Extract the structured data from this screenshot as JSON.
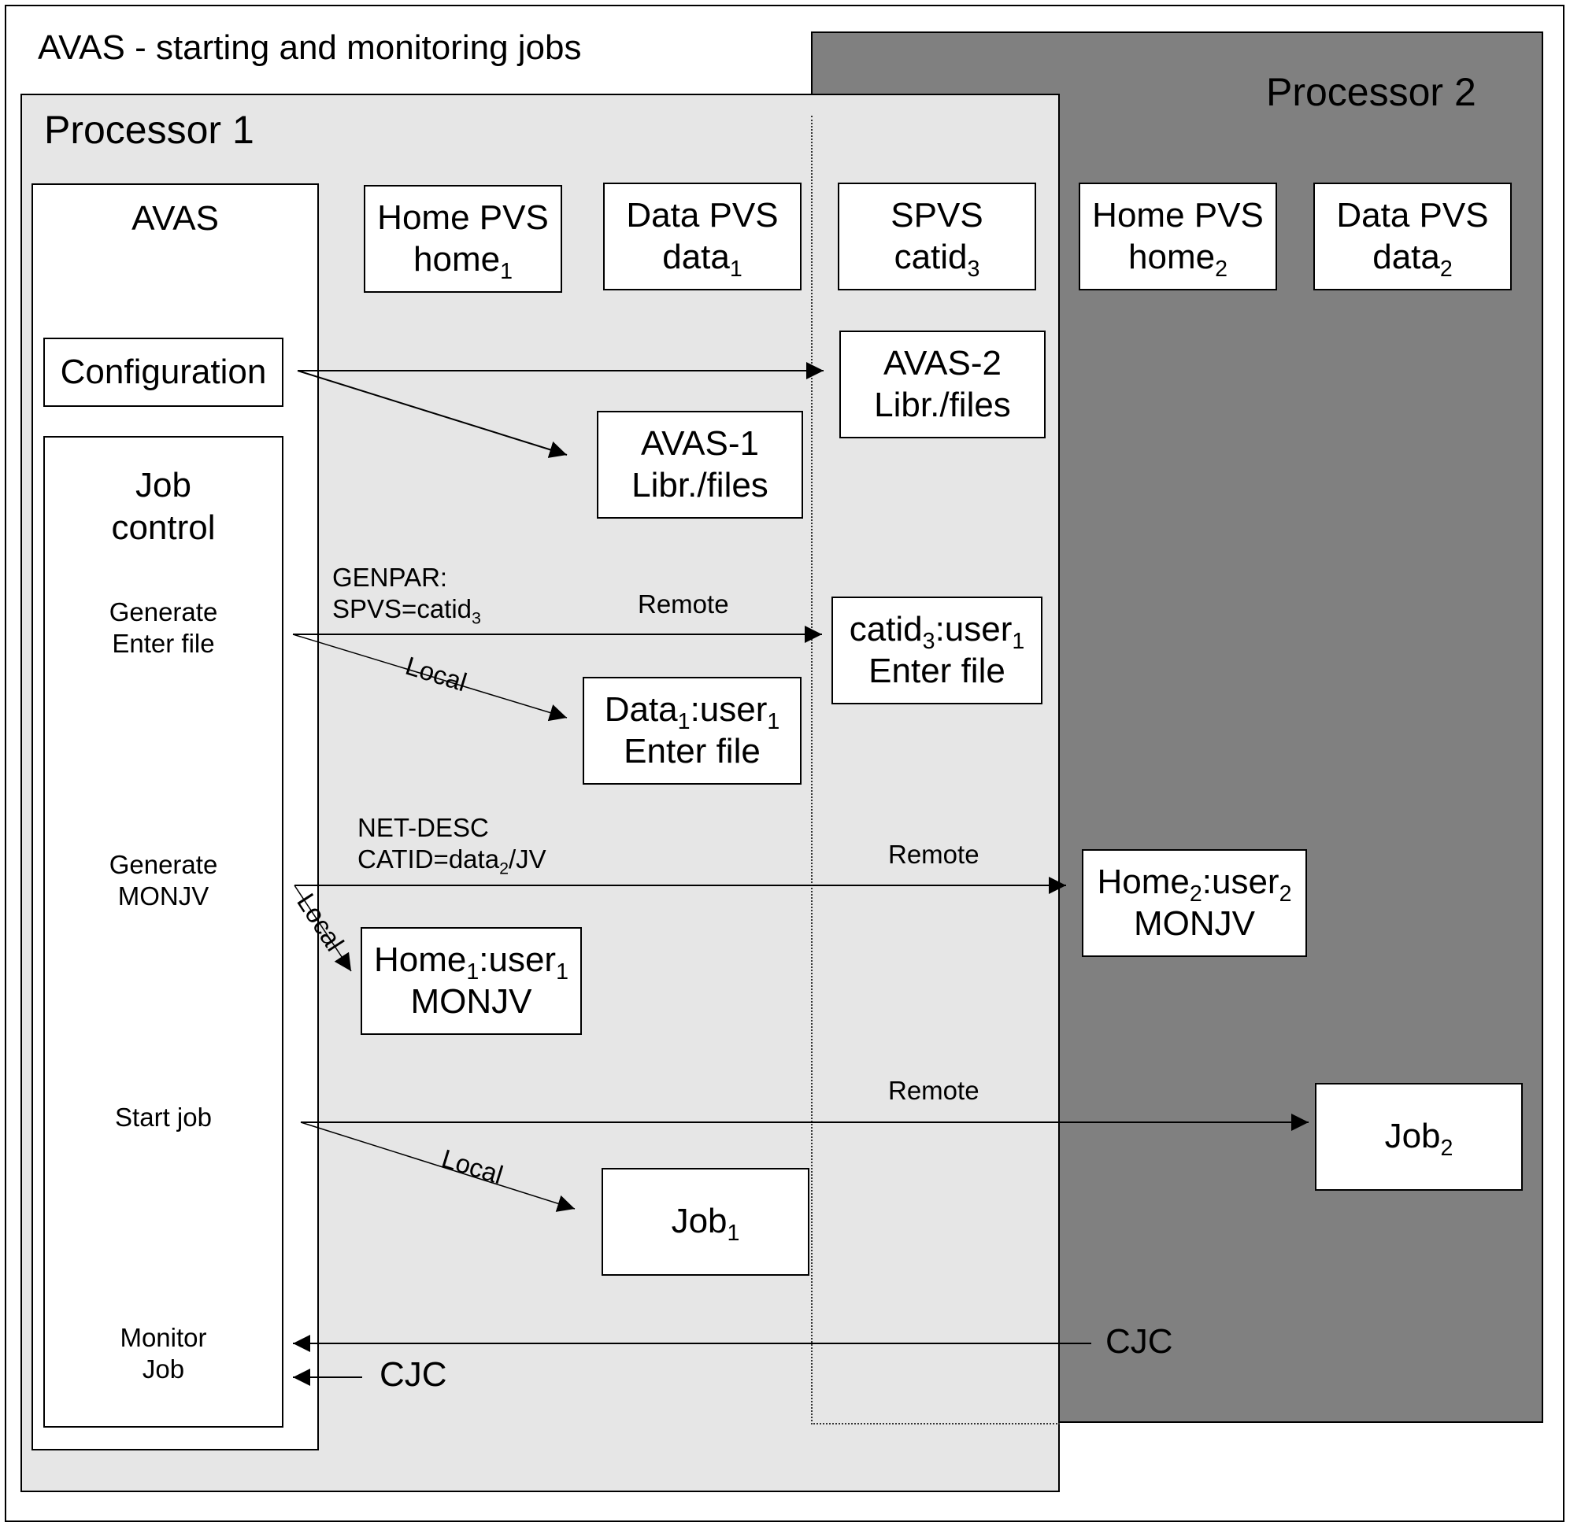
{
  "title": "AVAS - starting and monitoring jobs",
  "processor1": {
    "label": "Processor 1"
  },
  "processor2": {
    "label": "Processor 2"
  },
  "avas": {
    "title": "AVAS",
    "configuration": "Configuration",
    "job_control": {
      "line1": "Job",
      "line2": "control"
    },
    "steps": {
      "generate_enter": {
        "line1": "Generate",
        "line2": "Enter file"
      },
      "generate_monjv": {
        "line1": "Generate",
        "line2": "MONJV"
      },
      "start_job": "Start job",
      "monitor_job": {
        "line1": "Monitor",
        "line2": "Job"
      }
    }
  },
  "boxes": {
    "home_pvs_1": {
      "line1": "Home PVS",
      "base": "home",
      "sub": "1"
    },
    "data_pvs_1": {
      "line1": "Data PVS",
      "base": "data",
      "sub": "1"
    },
    "spvs": {
      "line1": "SPVS",
      "base": "catid",
      "sub": "3"
    },
    "home_pvs_2": {
      "line1": "Home PVS",
      "base": "home",
      "sub": "2"
    },
    "data_pvs_2": {
      "line1": "Data PVS",
      "base": "data",
      "sub": "2"
    },
    "avas2_libr": {
      "line1": "AVAS-2",
      "line2": "Libr./files"
    },
    "avas1_libr": {
      "line1": "AVAS-1",
      "line2": "Libr./files"
    },
    "catid3_enter": {
      "a": "catid",
      "a_sub": "3",
      "b": ":user",
      "b_sub": "1",
      "line2": "Enter file"
    },
    "data1_enter": {
      "a": "Data",
      "a_sub": "1",
      "b": ":user",
      "b_sub": "1",
      "line2": "Enter file"
    },
    "home2_monjv": {
      "a": "Home",
      "a_sub": "2",
      "b": ":user",
      "b_sub": "2",
      "line2": "MONJV"
    },
    "home1_monjv": {
      "a": "Home",
      "a_sub": "1",
      "b": ":user",
      "b_sub": "1",
      "line2": "MONJV"
    },
    "job2": {
      "base": "Job",
      "sub": "2"
    },
    "job1": {
      "base": "Job",
      "sub": "1"
    }
  },
  "labels": {
    "genpar_line1": "GENPAR:",
    "genpar_line2_base": "SPVS=catid",
    "genpar_line2_sub": "3",
    "netdesc_line1": "NET-DESC",
    "netdesc_line2_base": "CATID=data",
    "netdesc_line2_sub": "2",
    "netdesc_line2_tail": "/JV",
    "remote": "Remote",
    "local": "Local",
    "cjc": "CJC"
  }
}
